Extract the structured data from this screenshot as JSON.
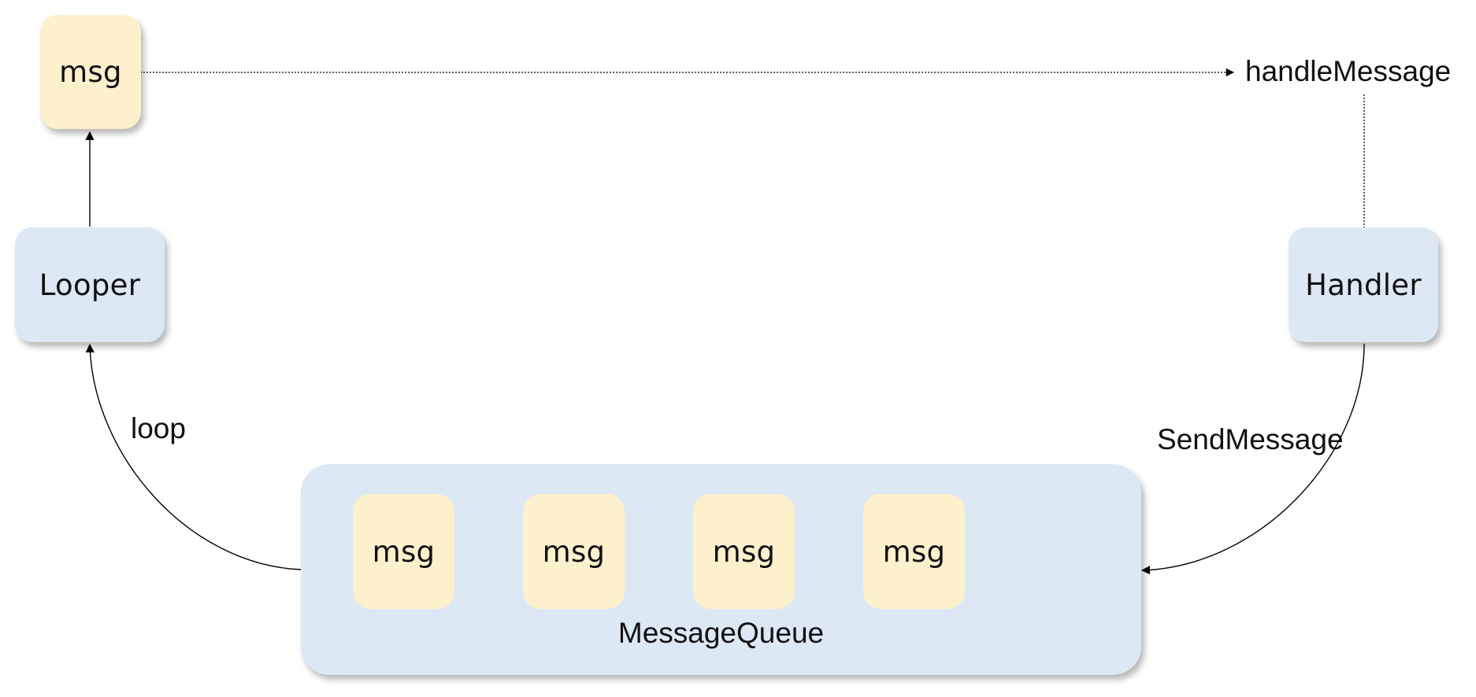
{
  "nodes": {
    "top_msg": "msg",
    "looper": "Looper",
    "handler": "Handler",
    "queue_title": "MessageQueue",
    "queue_msgs": [
      "msg",
      "msg",
      "msg",
      "msg"
    ]
  },
  "labels": {
    "handle_message": "handleMessage",
    "loop": "loop",
    "send_message": "SendMessage"
  },
  "colors": {
    "component_fill": "#dde8f5",
    "message_fill": "#fdf0cc",
    "arrow": "#000000"
  }
}
